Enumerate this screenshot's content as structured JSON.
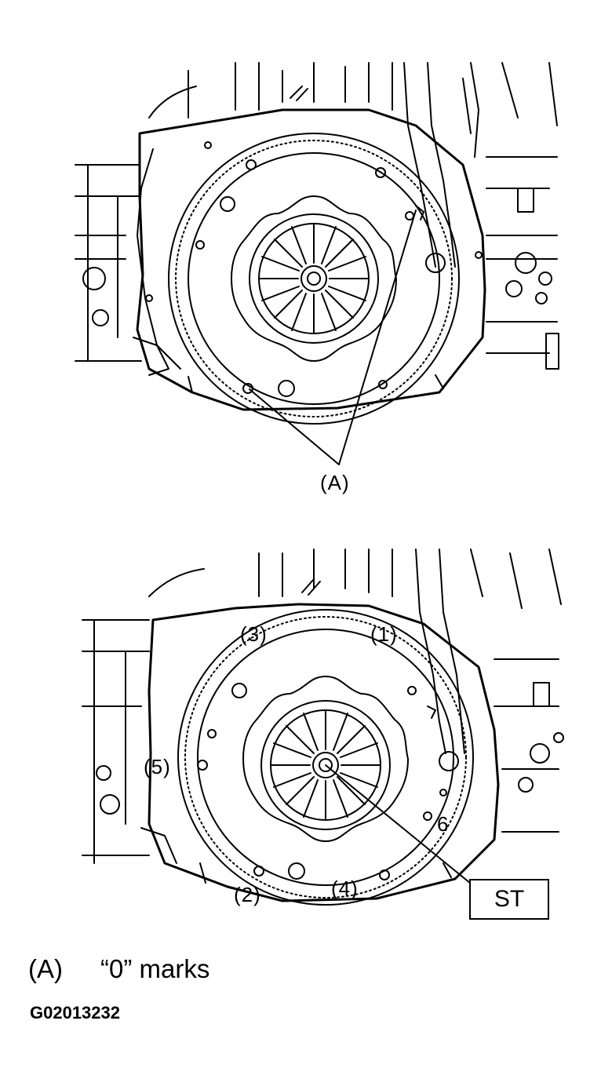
{
  "diagram": {
    "callout_a": "(A)",
    "bolt_numbers": [
      "(1)",
      "(2)",
      "(3)",
      "(4)",
      "(5)",
      "6"
    ],
    "tool_label": "ST"
  },
  "legend": {
    "key": "(A)",
    "text": "“0” marks"
  },
  "figure_code": "G02013232",
  "colors": {
    "ink": "#000000",
    "paper": "#ffffff"
  }
}
